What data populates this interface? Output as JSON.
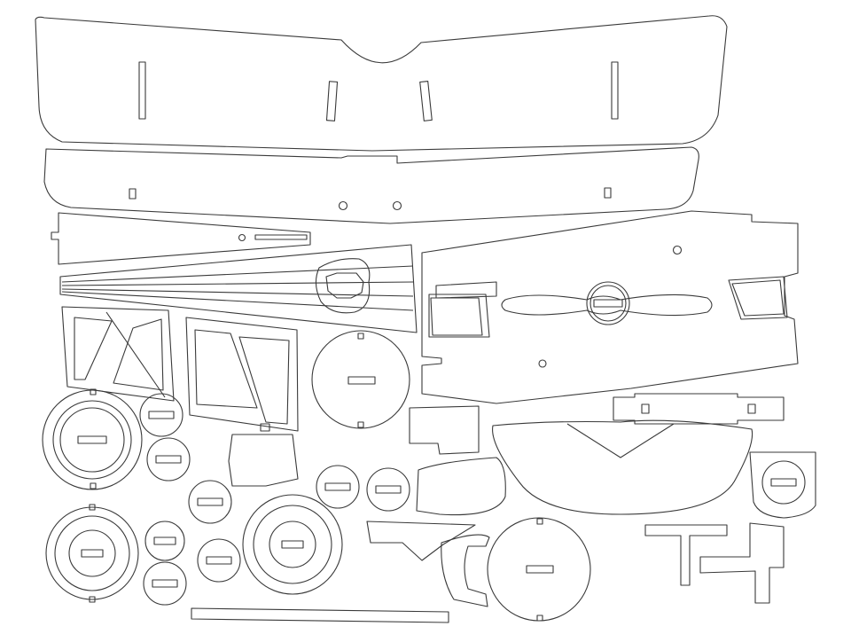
{
  "sheet": {
    "kind": "laser-cut template",
    "background": "#ffffff",
    "line_color": "#3a3a3a"
  },
  "parts": [
    {
      "id": "upper-wing"
    },
    {
      "id": "lower-wing"
    },
    {
      "id": "tailplane-strip"
    },
    {
      "id": "fuselage-side"
    },
    {
      "id": "tapered-spar-panel"
    },
    {
      "id": "wing-strut-frame-left"
    },
    {
      "id": "wing-strut-frame-right"
    },
    {
      "id": "round-disc-large"
    },
    {
      "id": "engine-radial-disc"
    },
    {
      "id": "washer-set"
    },
    {
      "id": "wheel-disc-left"
    },
    {
      "id": "wheel-disc-right"
    },
    {
      "id": "propeller"
    },
    {
      "id": "undercarriage-bar"
    },
    {
      "id": "cowling-panel"
    },
    {
      "id": "shield-badge"
    },
    {
      "id": "rudder-fin"
    },
    {
      "id": "l-brackets"
    },
    {
      "id": "bottom-slat"
    }
  ]
}
